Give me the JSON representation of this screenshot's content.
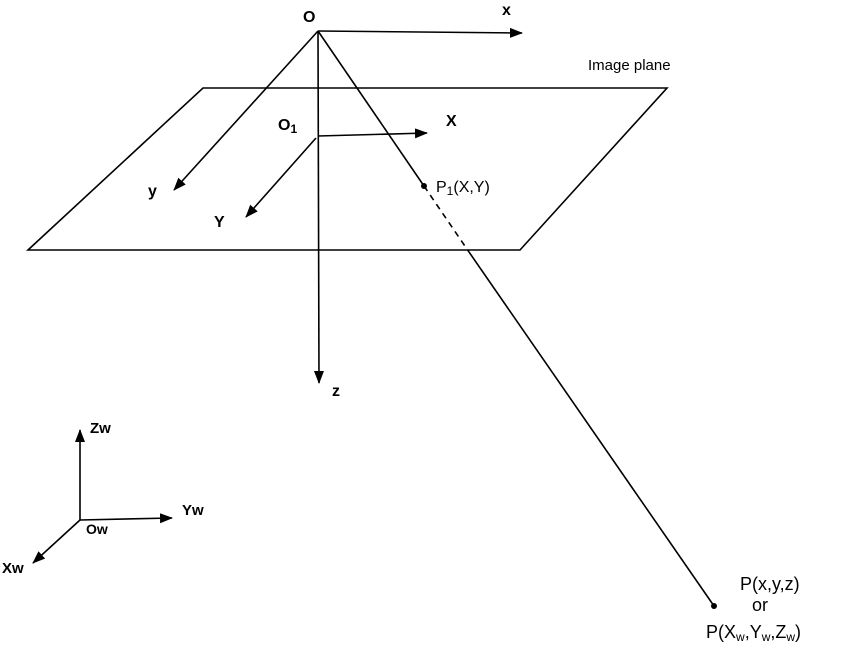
{
  "colors": {
    "line": "#000000",
    "background": "#ffffff"
  },
  "labels": {
    "camera_origin": "O",
    "camera_x": "x",
    "camera_y": "y",
    "camera_z": "z",
    "image_plane": "Image plane",
    "plane_origin_parts": [
      "O",
      "1"
    ],
    "plane_x": "X",
    "plane_y": "Y",
    "image_point_parts": [
      "P",
      "1",
      "(X,Y)"
    ],
    "world_point_line1": "P(x,y,z)",
    "world_point_line2": "or",
    "world_point_line3_parts": [
      "P(X",
      "w",
      ",Y",
      "w",
      ",Z",
      "w",
      ")"
    ],
    "world_z": "Zw",
    "world_y": "Yw",
    "world_x": "Xw",
    "world_origin": "Ow"
  }
}
